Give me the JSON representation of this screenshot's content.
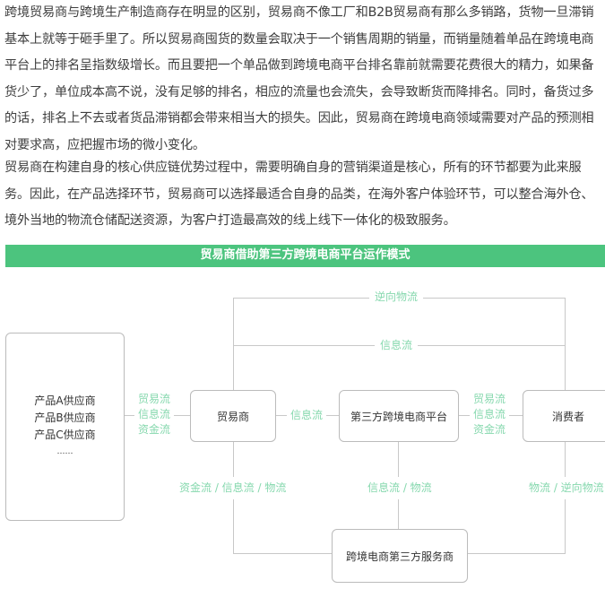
{
  "paragraphs": [
    "跨境贸易商与跨境生产制造商存在明显的区别，贸易商不像工厂和B2B贸易商有那么多销路，货物一旦滞销基本上就等于砸手里了。所以贸易商囤货的数量会取决于一个销售周期的销量，而销量随着单品在跨境电商平台上的排名呈指数级增长。而且要把一个单品做到跨境电商平台排名靠前就需要花费很大的精力，如果备货少了，单位成本高不说，没有足够的排名，相应的流量也会流失，会导致断货而降排名。同时，备货过多的话，排名上不去或者货品滞销都会带来相当大的损失。因此，贸易商在跨境电商领域需要对产品的预测相对要求高，应把握市场的微小变化。",
    "贸易商在构建自身的核心供应链优势过程中，需要明确自身的营销渠道是核心，所有的环节都要为此来服务。因此，在产品选择环节，贸易商可以选择最适合自身的品类，在海外客户体验环节，可以整合海外仓、境外当地的物流仓储配送资源，为客户打造最高效的线上线下一体化的极致服务。"
  ],
  "diagram": {
    "title": "贸易商借助第三方跨境电商平台运作模式",
    "suppliers": [
      "产品A供应商",
      "产品B供应商",
      "产品C供应商",
      "……"
    ],
    "nodes": {
      "trader": "贸易商",
      "platform": "第三方跨境电商平台",
      "consumer": "消费者",
      "service": "跨境电商第三方服务商"
    },
    "flows": {
      "reverse_top": "逆向物流",
      "info_top": "信息流",
      "supplier_trader": [
        "贸易流",
        "信息流",
        "资金流"
      ],
      "trader_platform": "信息流",
      "platform_consumer": [
        "贸易流",
        "信息流",
        "资金流"
      ],
      "trader_service": "资金流 / 信息流 / 物流",
      "platform_service": "信息流 / 物流",
      "consumer_service": "物流 / 逆向物流"
    },
    "accent": "#4cc47e"
  }
}
